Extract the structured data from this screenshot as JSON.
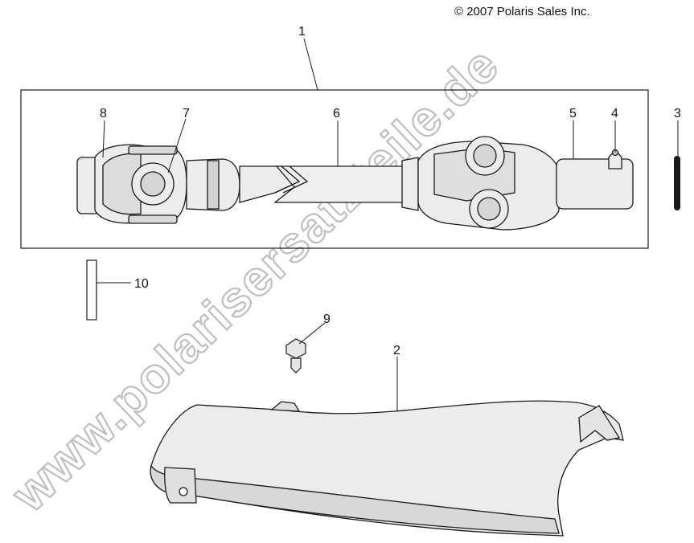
{
  "copyright": "© 2007 Polaris Sales Inc.",
  "watermark": "www.polarisersatzteile.de",
  "callouts": [
    {
      "id": "c1",
      "label": "1"
    },
    {
      "id": "c2",
      "label": "2"
    },
    {
      "id": "c3",
      "label": "3"
    },
    {
      "id": "c4",
      "label": "4"
    },
    {
      "id": "c5",
      "label": "5"
    },
    {
      "id": "c6",
      "label": "6"
    },
    {
      "id": "c7",
      "label": "7"
    },
    {
      "id": "c8",
      "label": "8"
    },
    {
      "id": "c9",
      "label": "9"
    },
    {
      "id": "c10",
      "label": "10"
    }
  ],
  "colors": {
    "line": "#1a1a1a",
    "part_fill": "#e6e6e6",
    "part_shade": "#bdbdbd",
    "watermark": "#d9d9d9"
  }
}
